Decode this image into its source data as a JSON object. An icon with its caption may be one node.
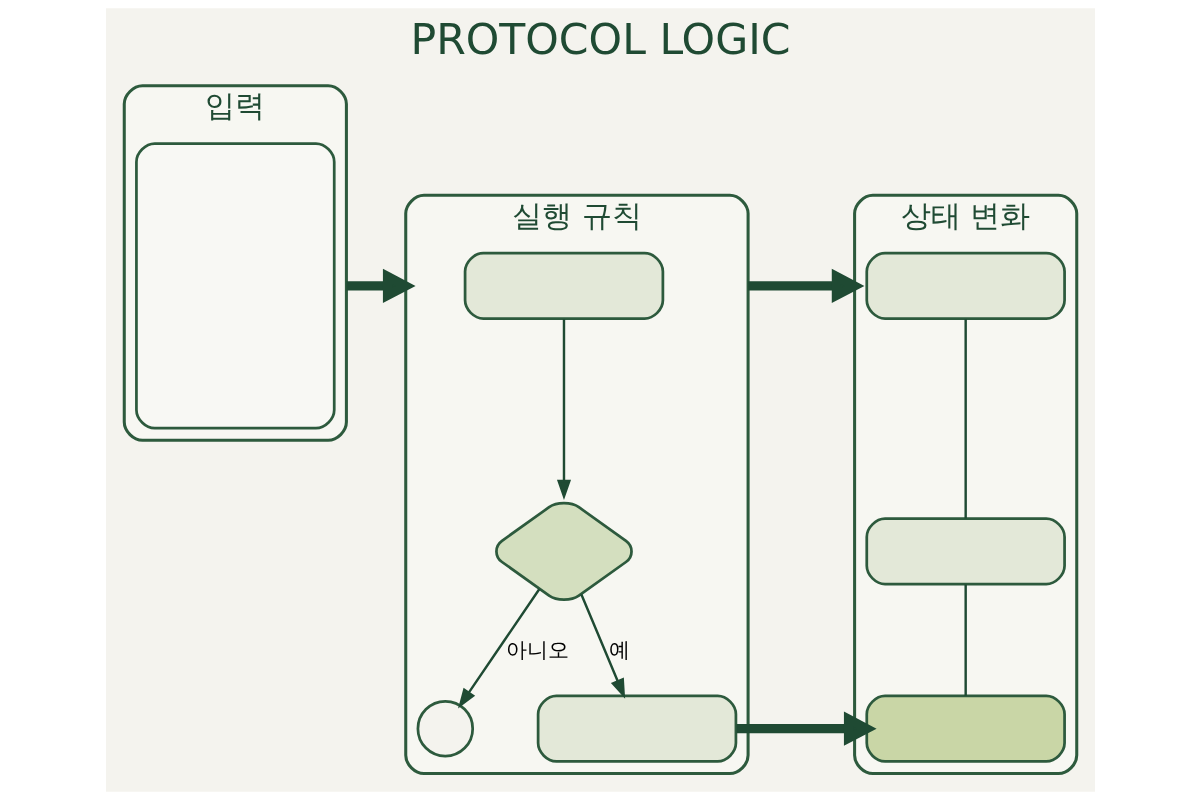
{
  "diagram": {
    "title": "PROTOCOL LOGIC",
    "nodes": [
      {
        "text": [
          "입력"
        ]
      },
      {
        "text": [],
        "shape": "box",
        "in": 0
      },
      {
        "text": [
          "실행 규칙"
        ]
      },
      {
        "text": [],
        "shape": "box",
        "in": 2
      },
      {
        "text": [],
        "shape": "diamond",
        "in": 2
      },
      {
        "text": [],
        "shape": "circle",
        "in": 2
      },
      {
        "text": [],
        "shape": "box",
        "in": 2
      },
      {
        "text": [
          "상태 변화"
        ]
      },
      {
        "text": [],
        "shape": "box",
        "in": 7
      },
      {
        "text": [],
        "shape": "box",
        "in": 7
      },
      {
        "text": [],
        "shape": "box",
        "in": 7
      }
    ],
    "edges": [
      {
        "from": 0,
        "to": 2,
        "arrow": "to",
        "style": "thick"
      },
      {
        "from": 3,
        "to": 4,
        "arrow": "to"
      },
      {
        "from": 4,
        "to": 5,
        "arrow": "to",
        "label": "아니오"
      },
      {
        "from": 4,
        "to": 6,
        "arrow": "to",
        "label": "예"
      },
      {
        "from": 2,
        "to": 7,
        "arrow": "to",
        "style": "thick"
      },
      {
        "from": 6,
        "to": 10,
        "arrow": "to",
        "style": "thick"
      },
      {
        "from": 8,
        "to": 9,
        "arrow": "none"
      },
      {
        "from": 9,
        "to": 10,
        "arrow": "none"
      }
    ]
  }
}
